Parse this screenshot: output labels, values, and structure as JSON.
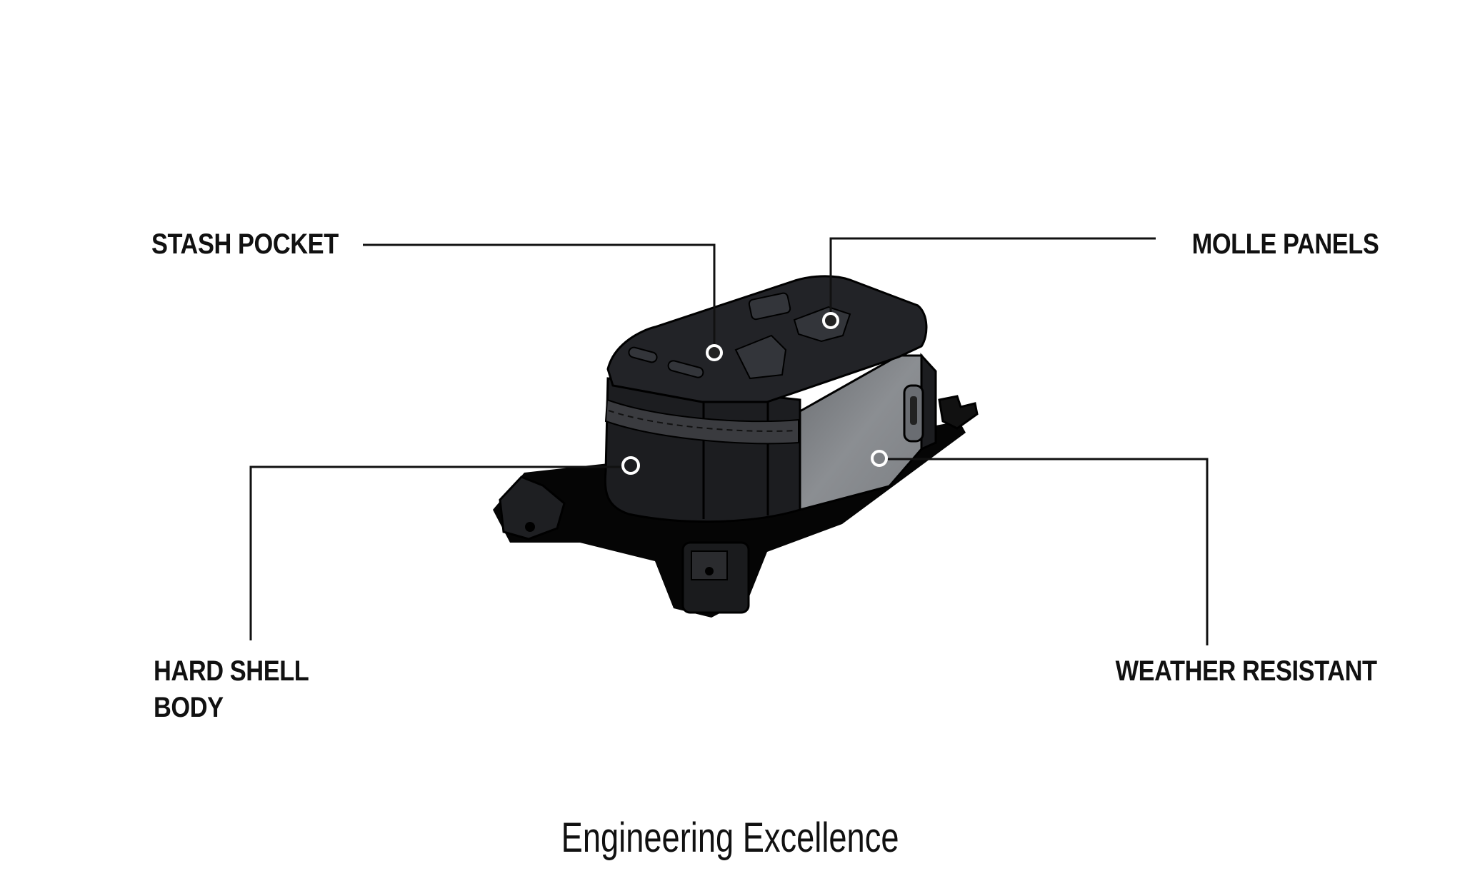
{
  "callouts": {
    "stash_pocket": "STASH POCKET",
    "molle_panels": "MOLLE PANELS",
    "hard_shell_line1": "HARD SHELL",
    "hard_shell_line2": "BODY",
    "weather_resistant": "WEATHER RESISTANT"
  },
  "title": "Engineering Excellence",
  "colors": {
    "text": "#111111",
    "bag_dark": "#1c1d20",
    "bag_panel": "#8a8d91",
    "background": "#ffffff"
  }
}
